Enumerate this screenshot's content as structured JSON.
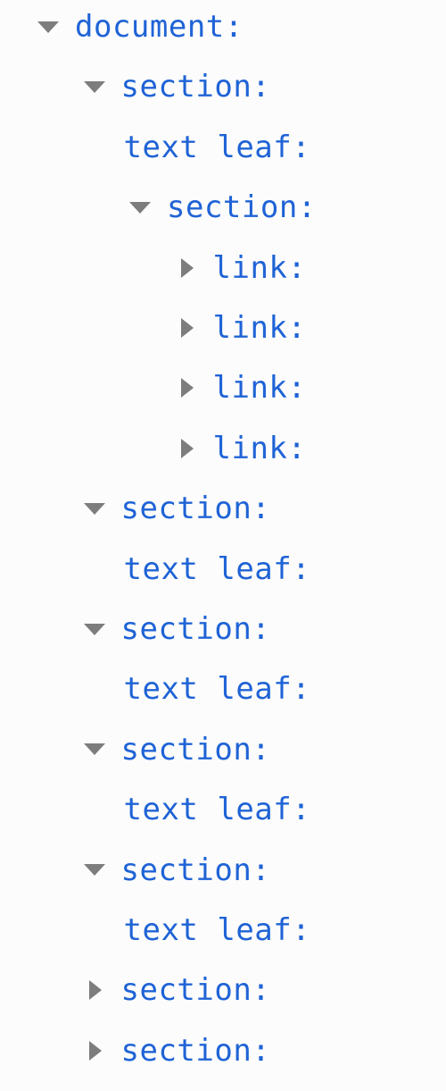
{
  "tree": [
    {
      "label": "document:",
      "depth": 0,
      "state": "expanded"
    },
    {
      "label": "section:",
      "depth": 1,
      "state": "expanded"
    },
    {
      "label": "text leaf:",
      "depth": 2,
      "state": "leaf"
    },
    {
      "label": "section:",
      "depth": 2,
      "state": "expanded"
    },
    {
      "label": "link:",
      "depth": 3,
      "state": "collapsed"
    },
    {
      "label": "link:",
      "depth": 3,
      "state": "collapsed"
    },
    {
      "label": "link:",
      "depth": 3,
      "state": "collapsed"
    },
    {
      "label": "link:",
      "depth": 3,
      "state": "collapsed"
    },
    {
      "label": "section:",
      "depth": 1,
      "state": "expanded"
    },
    {
      "label": "text leaf:",
      "depth": 2,
      "state": "leaf"
    },
    {
      "label": "section:",
      "depth": 1,
      "state": "expanded"
    },
    {
      "label": "text leaf:",
      "depth": 2,
      "state": "leaf"
    },
    {
      "label": "section:",
      "depth": 1,
      "state": "expanded"
    },
    {
      "label": "text leaf:",
      "depth": 2,
      "state": "leaf"
    },
    {
      "label": "section:",
      "depth": 1,
      "state": "expanded"
    },
    {
      "label": "text leaf:",
      "depth": 2,
      "state": "leaf"
    },
    {
      "label": "section:",
      "depth": 1,
      "state": "collapsed"
    },
    {
      "label": "section:",
      "depth": 1,
      "state": "collapsed"
    }
  ],
  "icons": {
    "expanded": "triangle-down-icon",
    "collapsed": "triangle-right-icon"
  },
  "colors": {
    "label": "#1f63d6",
    "twisty": "#7d7d7d",
    "background": "#fcfcfc"
  }
}
